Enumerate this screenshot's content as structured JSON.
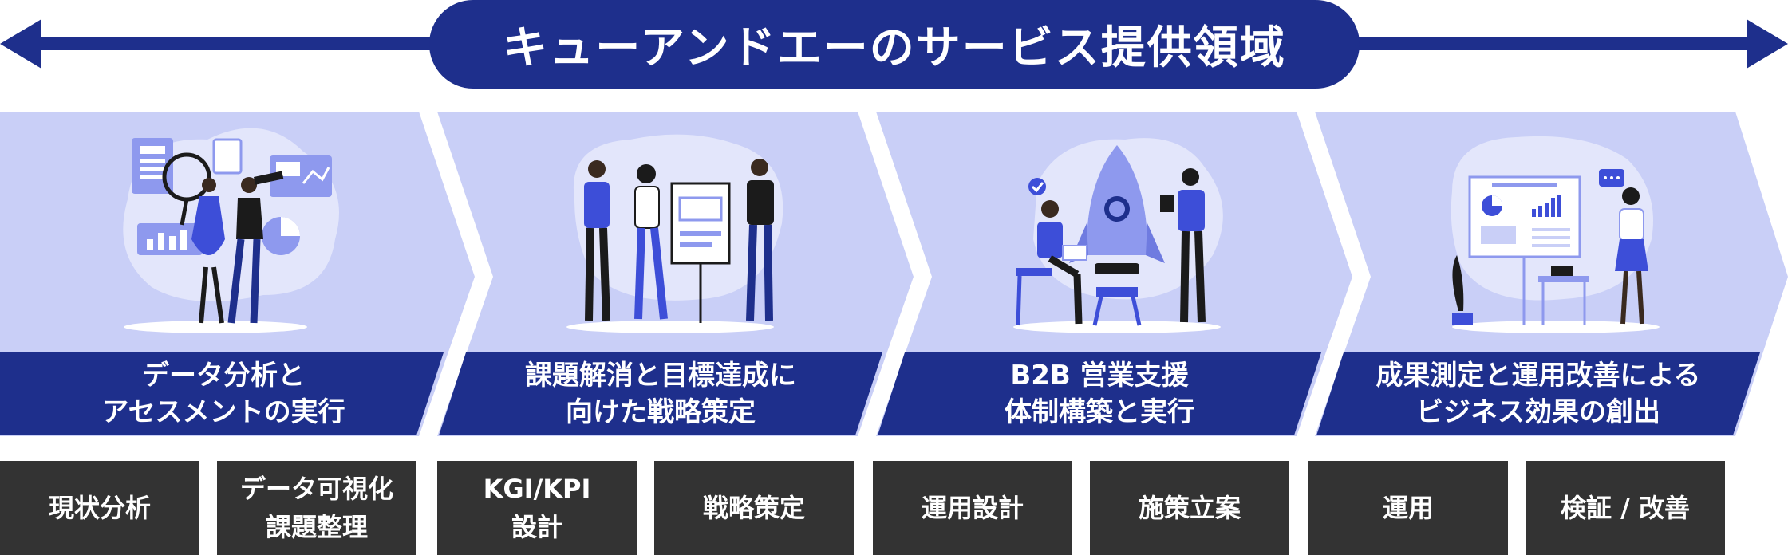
{
  "title": "キューアンドエーのサービス提供領域",
  "colors": {
    "navy": "#1e2f8c",
    "panel": "#c9cff7",
    "tag_bg": "#333333",
    "accent": "#3d4ed8"
  },
  "stages": [
    {
      "line1": "データ分析と",
      "line2": "アセスメントの実行",
      "illustration": "data-analysis-illustration"
    },
    {
      "line1": "課題解消と目標達成に",
      "line2": "向けた戦略策定",
      "illustration": "strategy-meeting-illustration"
    },
    {
      "line1": "B2B 営業支援",
      "line2": "体制構築と実行",
      "illustration": "rocket-launch-illustration"
    },
    {
      "line1": "成果測定と運用改善による",
      "line2": "ビジネス効果の創出",
      "illustration": "presentation-illustration"
    }
  ],
  "tags": [
    {
      "line1": "現状分析",
      "line2": ""
    },
    {
      "line1": "データ可視化",
      "line2": "課題整理"
    },
    {
      "line1": "KGI/KPI",
      "line2": "設計"
    },
    {
      "line1": "戦略策定",
      "line2": ""
    },
    {
      "line1": "運用設計",
      "line2": ""
    },
    {
      "line1": "施策立案",
      "line2": ""
    },
    {
      "line1": "運用",
      "line2": ""
    },
    {
      "line1": "検証 / 改善",
      "line2": ""
    }
  ]
}
